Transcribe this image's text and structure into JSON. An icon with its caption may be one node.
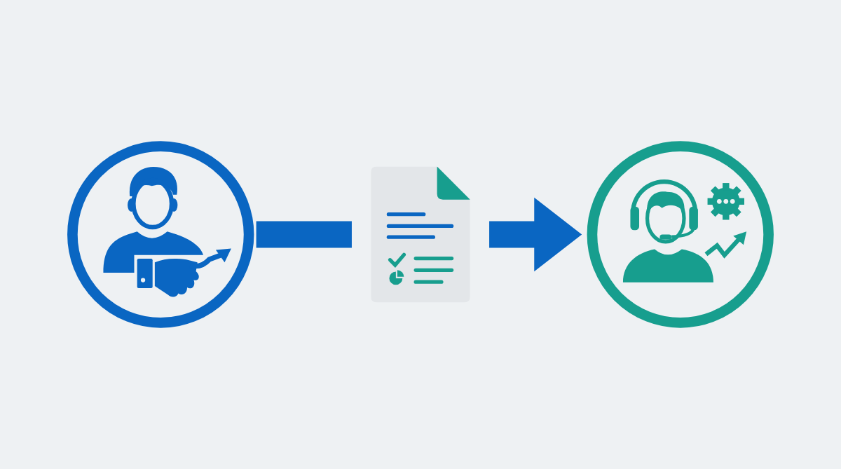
{
  "diagram": {
    "nodes": [
      {
        "text": [],
        "shape": "picture"
      },
      {
        "text": [],
        "shape": "picture"
      },
      {
        "text": [],
        "shape": "picture"
      }
    ],
    "edges": [
      {
        "from": 0,
        "to": 1,
        "arrow": "none"
      },
      {
        "from": 1,
        "to": 2,
        "arrow": "to"
      }
    ]
  }
}
